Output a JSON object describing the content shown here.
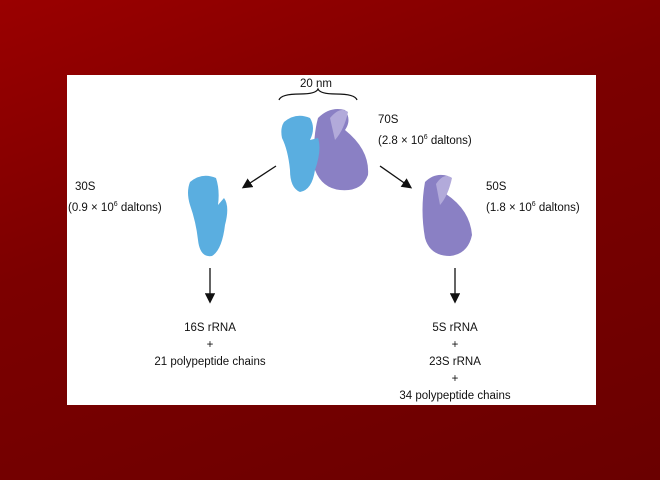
{
  "scale_label": "20 nm",
  "ribosome_70s": {
    "name": "70S",
    "mass": "(2.8 × 10",
    "exp": "6",
    "unit": " daltons)"
  },
  "subunit_30s": {
    "name": "30S",
    "mass": "(0.9 × 10",
    "exp": "6",
    "unit": " daltons)",
    "components": [
      "16S rRNA",
      "+",
      "21 polypeptide chains"
    ]
  },
  "subunit_50s": {
    "name": "50S",
    "mass": "(1.8 × 10",
    "exp": "6",
    "unit": " daltons)",
    "components": [
      "5S rRNA",
      "+",
      "23S rRNA",
      "+",
      "34 polypeptide chains"
    ]
  },
  "colors": {
    "small_subunit": "#5aaee0",
    "large_subunit": "#8a80c4"
  }
}
